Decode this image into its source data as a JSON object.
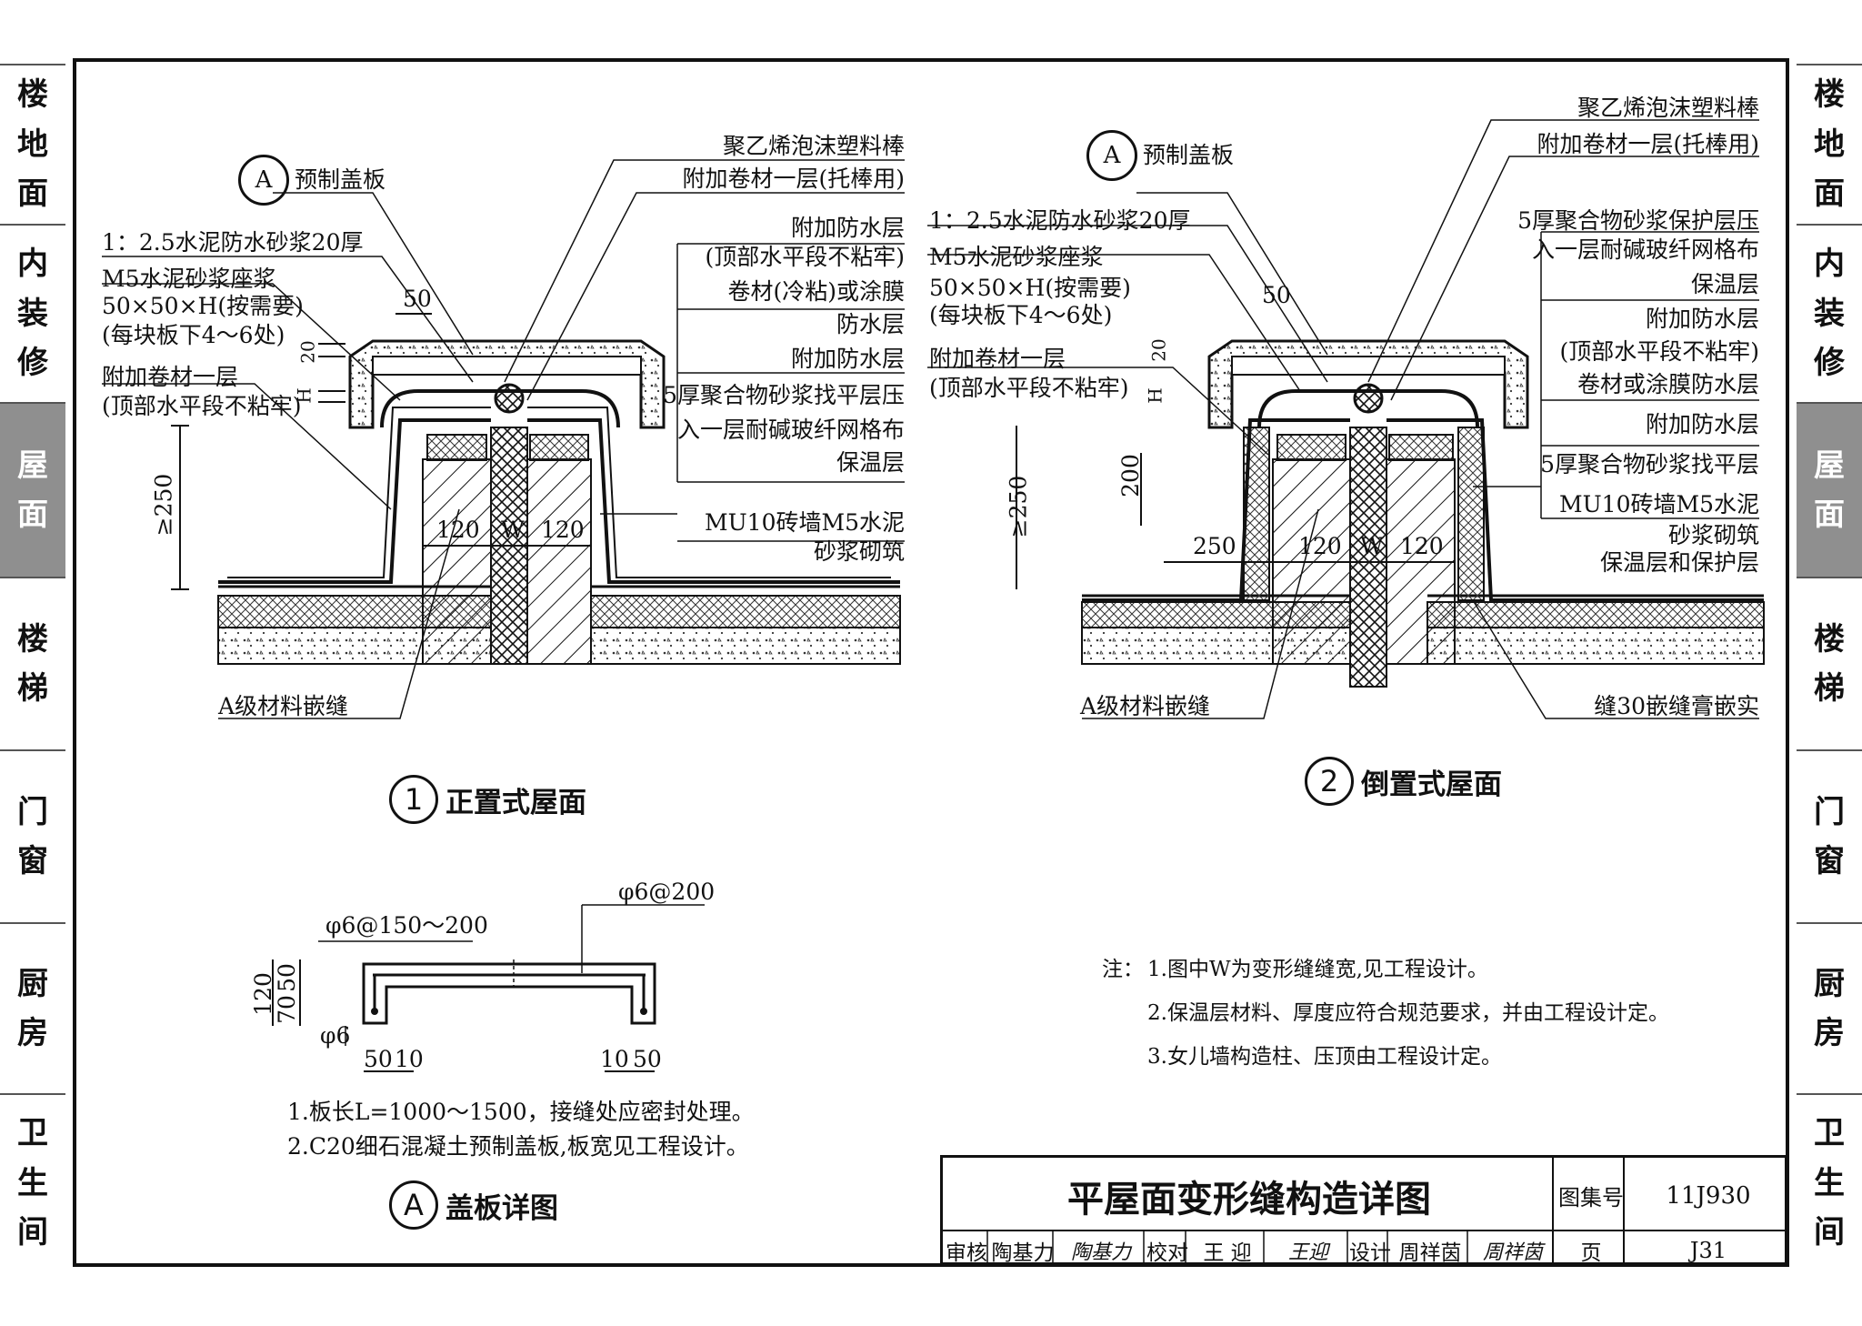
{
  "side_tabs": {
    "left": [
      {
        "label": "楼地面",
        "chars": [
          "楼",
          "地",
          "面"
        ]
      },
      {
        "label": "内装修",
        "chars": [
          "内",
          "装",
          "修"
        ]
      },
      {
        "label": "屋面",
        "chars": [
          "屋",
          "面"
        ]
      },
      {
        "label": "楼梯",
        "chars": [
          "楼",
          "梯"
        ]
      },
      {
        "label": "门窗",
        "chars": [
          "门",
          "窗"
        ]
      },
      {
        "label": "厨房",
        "chars": [
          "厨",
          "房"
        ]
      },
      {
        "label": "卫生间",
        "chars": [
          "卫",
          "生",
          "间"
        ]
      }
    ],
    "active": "屋面"
  },
  "detail1": {
    "number": "1",
    "caption": "正置式屋面",
    "ref_symbol": "A",
    "ref_label": "预制盖板",
    "labels_left": [
      "1：2.5水泥防水砂浆20厚",
      "M5水泥砂浆座浆",
      "50×50×H(按需要)",
      "(每块板下4～6处)",
      "附加卷材一层",
      "(顶部水平段不粘牢)"
    ],
    "labels_right": [
      "聚乙烯泡沫塑料棒",
      "附加卷材一层(托棒用)",
      "附加防水层",
      "(顶部水平段不粘牢)",
      "卷材(冷粘)或涂膜",
      "防水层",
      "附加防水层",
      "5厚聚合物砂浆找平层压",
      "入一层耐碱玻纤网格布",
      "保温层",
      "MU10砖墙M5水泥",
      "砂浆砌筑"
    ],
    "bottom_label": "A级材料嵌缝",
    "dims": {
      "d50": "50",
      "d20": "20",
      "dH": "H",
      "d250": "≥250",
      "d120a": "120",
      "dW": "W",
      "d120b": "120"
    }
  },
  "detail2": {
    "number": "2",
    "caption": "倒置式屋面",
    "ref_symbol": "A",
    "ref_label": "预制盖板",
    "labels_left": [
      "1：2.5水泥防水砂浆20厚",
      "M5水泥砂浆座浆",
      "50×50×H(按需要)",
      "(每块板下4～6处)",
      "附加卷材一层",
      "(顶部水平段不粘牢)"
    ],
    "labels_right": [
      "聚乙烯泡沫塑料棒",
      "附加卷材一层(托棒用)",
      "5厚聚合物砂浆保护层压",
      "入一层耐碱玻纤网格布",
      "保温层",
      "附加防水层",
      "(顶部水平段不粘牢)",
      "卷材或涂膜防水层",
      "附加防水层",
      "5厚聚合物砂浆找平层",
      "MU10砖墙M5水泥",
      "砂浆砌筑",
      "保温层和保护层"
    ],
    "bottom_left": "A级材料嵌缝",
    "bottom_right": "缝30嵌缝膏嵌实",
    "dims": {
      "d50": "50",
      "d20": "20",
      "dH": "H",
      "d200": "200",
      "d250v": "≥250",
      "d250h": "250",
      "d120a": "120",
      "dW": "W",
      "d120b": "120"
    }
  },
  "detailA": {
    "symbol": "A",
    "caption": "盖板详图",
    "rebar_top": "φ6@200",
    "rebar_side": "φ6@150～200",
    "rebar_small": "φ6",
    "dims": {
      "h120": "120",
      "h70": "70",
      "h50": "50",
      "a50": "50",
      "a10": "10",
      "b10": "10",
      "b50": "50"
    },
    "notes": [
      "1.板长L=1000～1500，接缝处应密封处理。",
      "2.C20细石混凝土预制盖板,板宽见工程设计。"
    ]
  },
  "notes": {
    "prefix": "注：",
    "items": [
      "1.图中W为变形缝缝宽,见工程设计。",
      "2.保温层材料、厚度应符合规范要求，并由工程设计定。",
      "3.女儿墙构造柱、压顶由工程设计定。"
    ]
  },
  "title_block": {
    "title": "平屋面变形缝构造详图",
    "atlas_label": "图集号",
    "atlas_no": "11J930",
    "review_label": "审核",
    "reviewer": "陶基力",
    "review_sig": "陶基力",
    "check_label": "校对",
    "checker": "王 迎",
    "check_sig": "王迎",
    "design_label": "设计",
    "designer": "周祥茵",
    "design_sig": "周祥茵",
    "page_label": "页",
    "page_no": "J31"
  }
}
